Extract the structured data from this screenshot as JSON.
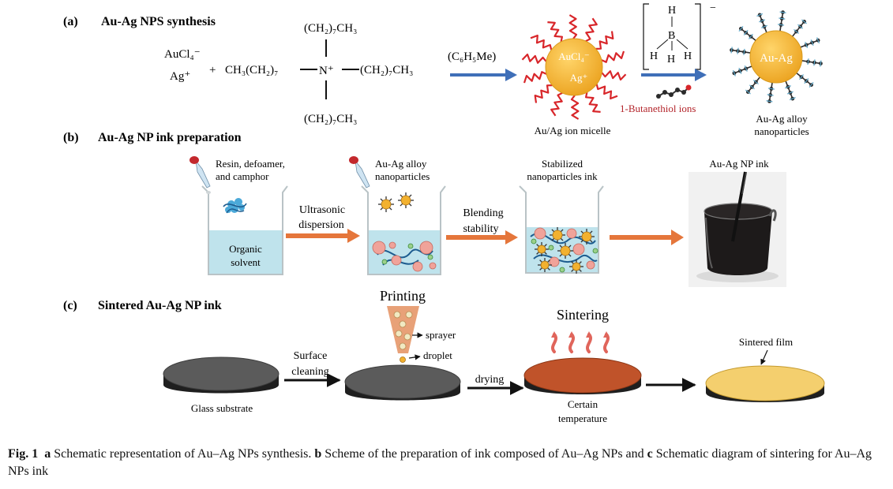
{
  "panel_a": {
    "label": "(a)",
    "title": "Au-Ag NPS synthesis",
    "aucl4": "AuCl₄⁻",
    "ag_plus": "Ag⁺",
    "plus_sign": "+",
    "reagent_left": "CH₃(CH₂)₇",
    "n_plus": "N⁺",
    "chain_right": "(CH₂)₇CH₃",
    "chain_top": "(CH₂)₇CH₃",
    "chain_bottom": "(CH₂)₇CH₃",
    "solvent": "(C₆H₅Me)",
    "micelle_aucl4": "AuCl₄⁻",
    "micelle_ag": "Ag⁺",
    "micelle_caption": "Au/Ag ion micelle",
    "borohydride_b": "B",
    "borohydride_h": "H",
    "borohydride_charge": "−",
    "thiol_label": "1-Butanethiol ions",
    "product_core": "Au-Ag",
    "product_caption_1": "Au-Ag alloy",
    "product_caption_2": "nanoparticles"
  },
  "panel_b": {
    "label": "(b)",
    "title": "Au-Ag NP ink preparation",
    "beaker1_add_1": "Resin, defoamer,",
    "beaker1_add_2": "and camphor",
    "beaker1_liquid_1": "Organic",
    "beaker1_liquid_2": "solvent",
    "step1_1": "Ultrasonic",
    "step1_2": "dispersion",
    "beaker2_add_1": "Au-Ag alloy",
    "beaker2_add_2": "nanoparticles",
    "step2_1": "Blending",
    "step2_2": "stability",
    "beaker3_label_1": "Stabilized",
    "beaker3_label_2": "nanoparticles ink",
    "photo_label": "Au-Ag NP ink"
  },
  "panel_c": {
    "label": "(c)",
    "title": "Sintered Au-Ag NP ink",
    "glass_caption": "Glass substrate",
    "step1_1": "Surface",
    "step1_2": "cleaning",
    "printing": "Printing",
    "sprayer": "sprayer",
    "droplet": "droplet",
    "step2": "drying",
    "sintering": "Sintering",
    "temp_1": "Certain",
    "temp_2": "temperature",
    "film_label": "Sintered film"
  },
  "caption": {
    "fig": "Fig. 1",
    "a": "a",
    "text_a": " Schematic representation of Au–Ag NPs synthesis. ",
    "b": "b",
    "text_b": " Scheme of the preparation of ink composed of Au–Ag NPs and ",
    "c": "c",
    "text_c": " Schematic diagram of sintering for Au–Ag NPs ink"
  },
  "colors": {
    "gold": "#f2b12f",
    "tail": "#d8262a",
    "blue_arrow": "#3f6fb8",
    "orange_arrow": "#e5763b",
    "liquid": "#bfe3ec",
    "substrate": "#5b5b5b",
    "sintered": "#c0532a",
    "film": "#f4cf6e"
  }
}
